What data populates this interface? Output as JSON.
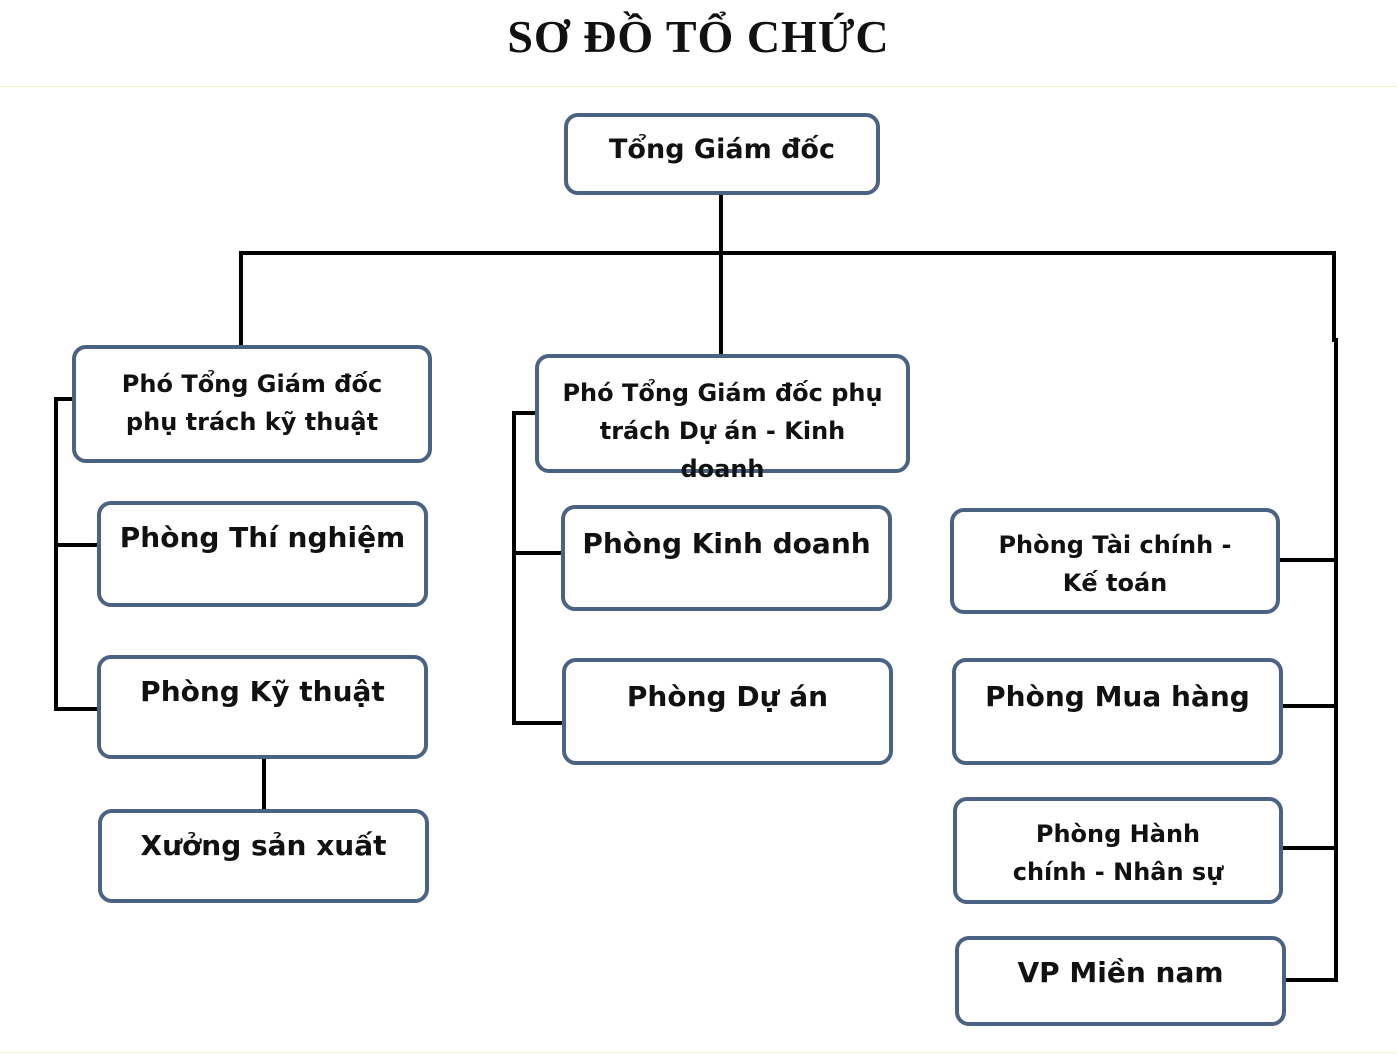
{
  "title": "SƠ ĐỒ TỔ CHỨC",
  "nodes": {
    "ceo": "Tổng Giám đốc",
    "vp_technical": "Phó Tổng Giám đốc phụ trách kỹ thuật",
    "lab": "Phòng Thí nghiệm",
    "technical": "Phòng Kỹ thuật",
    "factory": "Xưởng sản xuất",
    "vp_business": "Phó Tổng Giám đốc phụ trách Dự án - Kinh doanh",
    "sales": "Phòng Kinh doanh",
    "projects": "Phòng Dự án",
    "finance": "Phòng Tài chính - Kế toán",
    "purchasing": "Phòng Mua hàng",
    "hr": "Phòng Hành chính - Nhân sự",
    "south_office": "VP Miền nam"
  },
  "colors": {
    "box_border": "#4a6283",
    "connector": "#000000",
    "text": "#111111"
  }
}
